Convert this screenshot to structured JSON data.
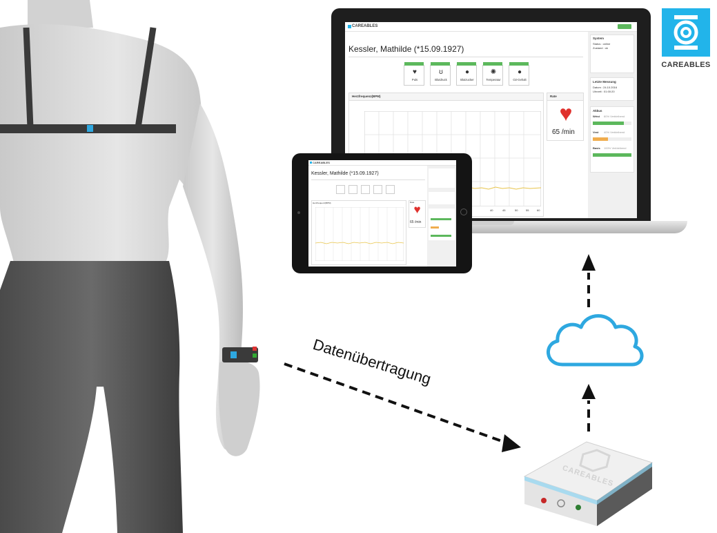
{
  "brand": {
    "name": "CAREABLES",
    "color": "#22b4ea"
  },
  "transfer_label": "Datenübertragung",
  "laptop_app": {
    "header_brand": "CAREABLES",
    "patient_name": "Kessler, Mathilde (*15.09.1927)",
    "vitals": [
      {
        "label": "Puls",
        "icon": "heart-icon"
      },
      {
        "label": "Blutdruck",
        "icon": "stethoscope-icon"
      },
      {
        "label": "Blutzucker",
        "icon": "drop-icon"
      },
      {
        "label": "Temperatur",
        "icon": "sun-icon"
      },
      {
        "label": "O2-Gehalt",
        "icon": "drop-icon"
      }
    ],
    "chart_title": "Herzfrequenz(BPM)",
    "chart_x_ticks": [
      "40",
      "45",
      "50",
      "55",
      "60"
    ],
    "rate_title": "Rate",
    "rate_value": "65 /min",
    "system": {
      "title": "System",
      "lines": [
        "Status : online",
        "Zustand : ok"
      ]
    },
    "last_measurement": {
      "title": "Letzte Messung",
      "lines": [
        "Datum : 24.10.2016",
        "Uhrzeit : 01:00:20"
      ]
    },
    "battery": {
      "title": "Akkus",
      "items": [
        {
          "name": "Wrist",
          "value": "80% Verbleibend",
          "fraction": 0.8,
          "color": "#5cb85c"
        },
        {
          "name": "Vest",
          "value": "40% Verbleibend",
          "fraction": 0.4,
          "color": "#f0ad4e"
        },
        {
          "name": "Basis",
          "value": "100% Verbleibend",
          "fraction": 1.0,
          "color": "#5cb85c"
        }
      ]
    }
  },
  "tablet_app": {
    "header_brand": "CAREABLES",
    "patient_name": "Kessler, Mathilde (*15.09.1927)",
    "rate_title": "Rate",
    "rate_value": "65 /min",
    "chart_title": "Herzfrequenz(BPM)"
  },
  "base_station": {
    "label": "CAREABLES"
  },
  "colors": {
    "strap": "#3a3a3a",
    "sensor": "#2ea8e0",
    "cloud": "#2ea8e0",
    "chart_line": "#e8c44a",
    "heart": "#e0312d"
  }
}
